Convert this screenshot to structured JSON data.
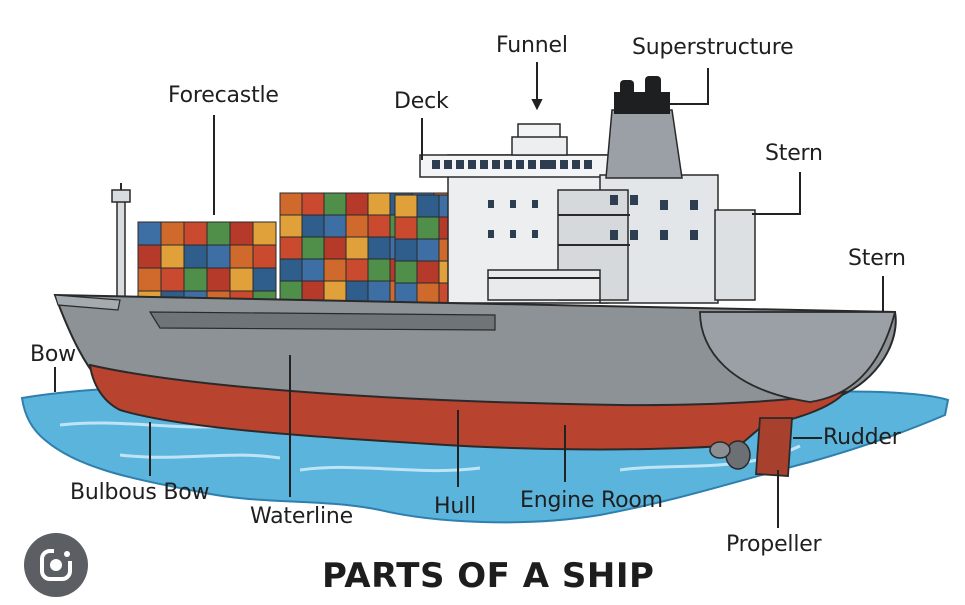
{
  "title": "PARTS OF A SHIP",
  "labels": {
    "funnel": "Funnel",
    "superstructure": "Superstructure",
    "forecastle": "Forecastle",
    "deck": "Deck",
    "stern_upper": "Stern",
    "stern_lower": "Stern",
    "bow": "Bow",
    "rudder": "Rudder",
    "bulbous_bow": "Bulbous Bow",
    "waterline": "Waterline",
    "hull": "Hull",
    "engine_room": "Engine Room",
    "propeller": "Propeller"
  },
  "overlay_icon": "google-lens-icon",
  "colors": {
    "hull_upper": "#8d9296",
    "hull_lower": "#b8432f",
    "water": "#5ab4dc",
    "superstructure": "#eceeef",
    "funnel": "#9aa0a5",
    "funnel_top": "#1e1f21"
  }
}
